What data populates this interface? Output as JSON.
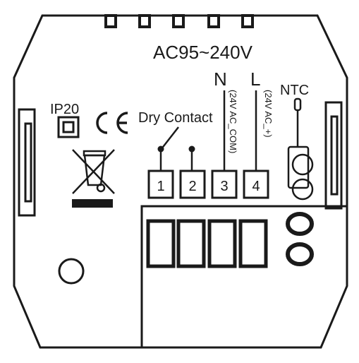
{
  "diagram": {
    "voltage": "AC95~240V",
    "ip_rating": "IP20",
    "ce_mark": "CE",
    "dry_contact": "Dry Contact",
    "labels": {
      "neutral": "N",
      "live": "L",
      "ntc": "NTC"
    },
    "vertical_labels": {
      "neutral": "(24V AC_COM)",
      "live": "(24V AC_+)"
    },
    "terminals": [
      "1",
      "2",
      "3",
      "4"
    ],
    "icons": [
      "weee-bin-icon",
      "ce-mark-icon",
      "ip20-square-icon"
    ],
    "colors": {
      "line": "#1a1a1a",
      "background": "#ffffff"
    }
  }
}
